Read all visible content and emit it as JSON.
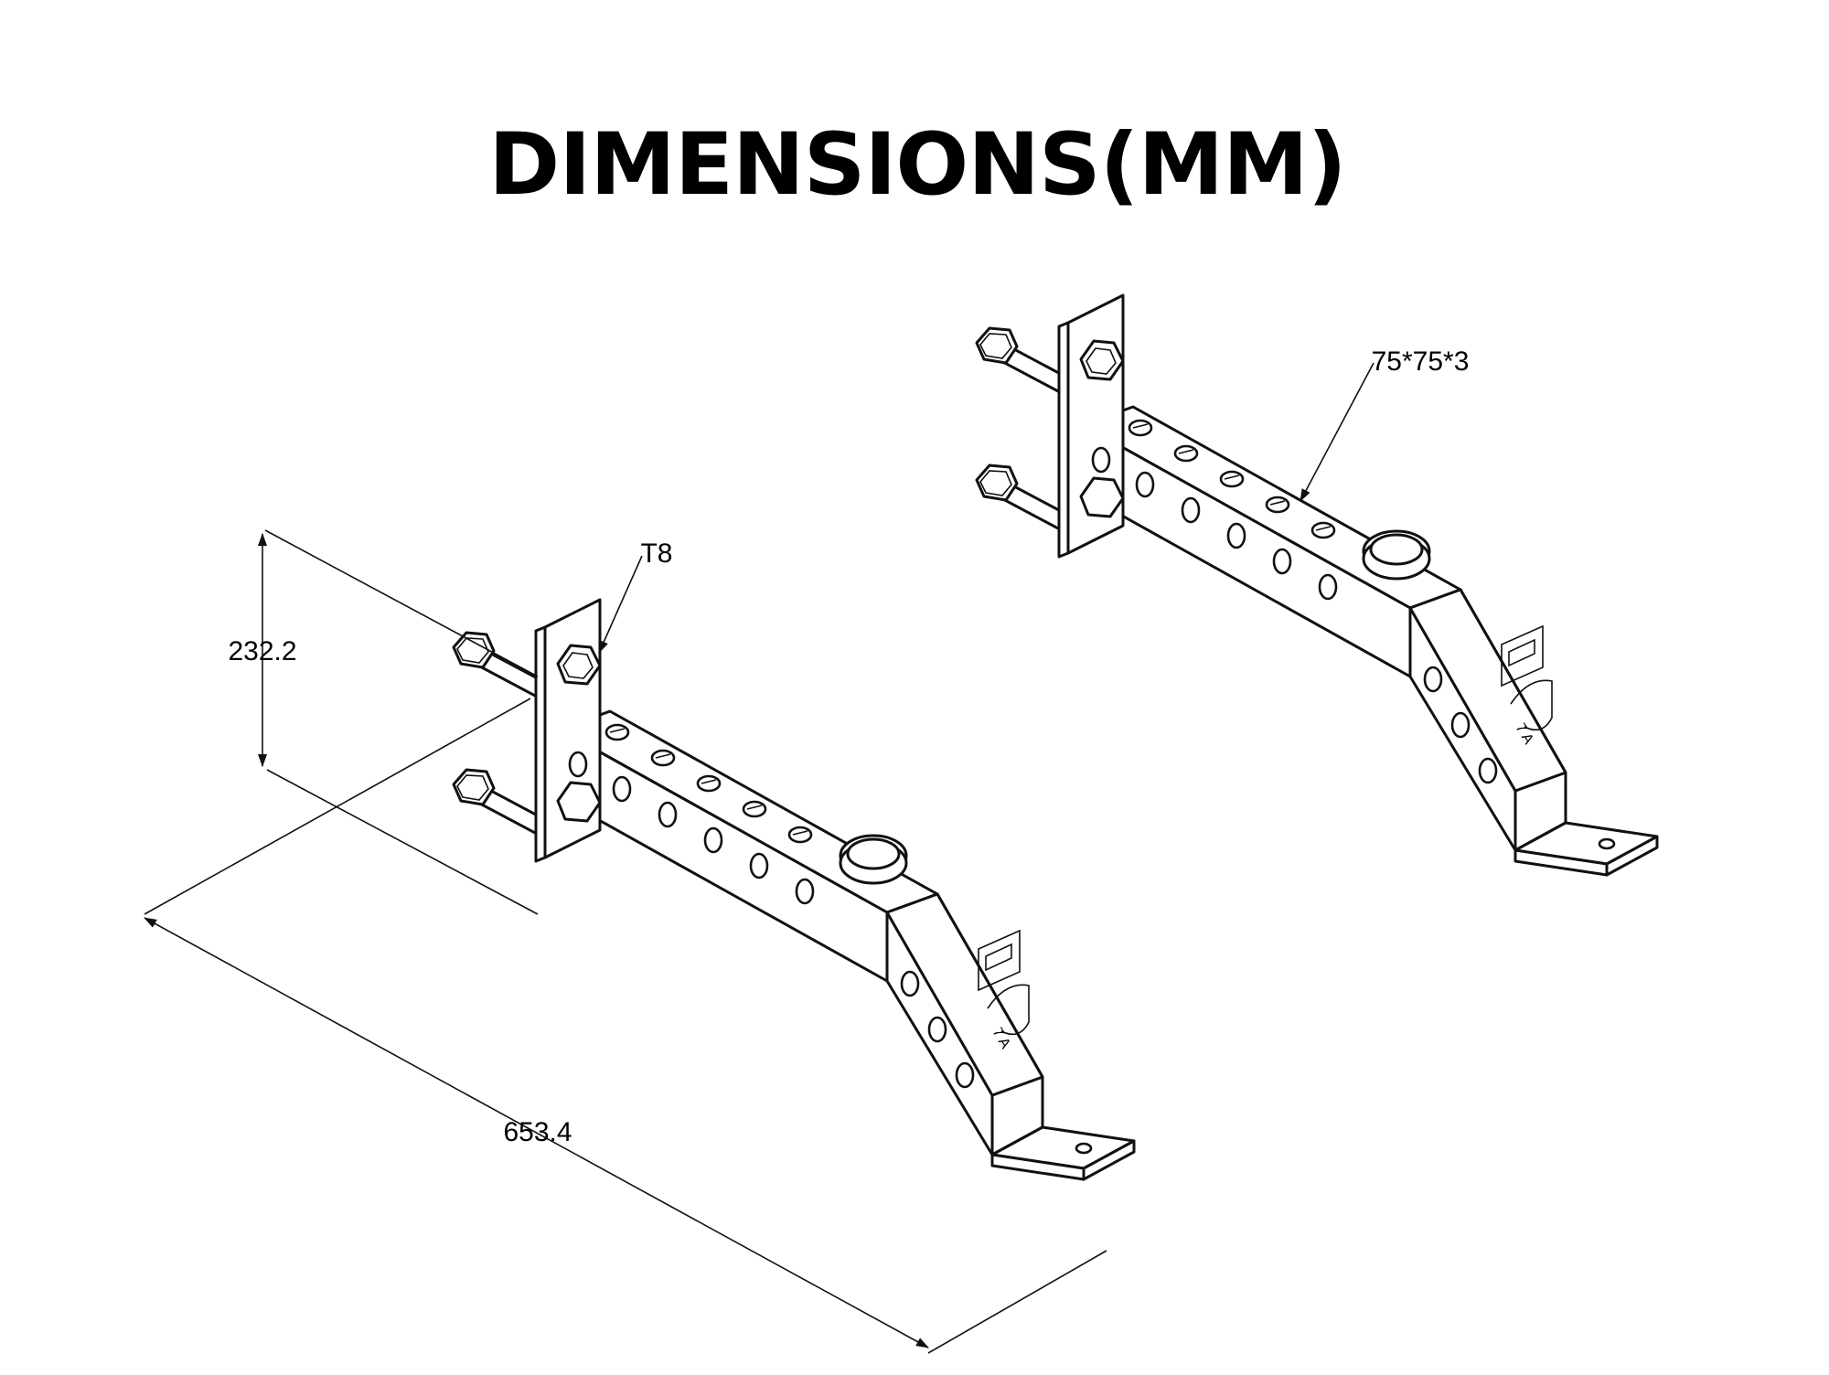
{
  "title": "DIMENSIONS(MM)",
  "dimensions": {
    "height": "232.2",
    "length": "653.4",
    "plate_thickness": "T8",
    "tube_section": "75*75*3"
  },
  "colors": {
    "line": "#111111",
    "background": "#ffffff"
  }
}
